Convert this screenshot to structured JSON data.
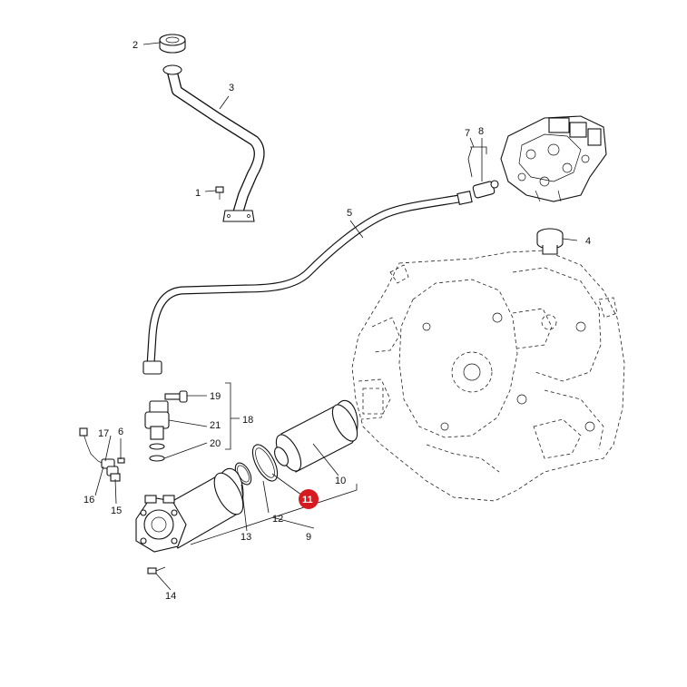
{
  "callouts": {
    "c1": "1",
    "c2": "2",
    "c3": "3",
    "c4": "4",
    "c5": "5",
    "c6": "6",
    "c7": "7",
    "c8": "8",
    "c9": "9",
    "c10": "10",
    "c11": "11",
    "c12": "12",
    "c13": "13",
    "c14": "14",
    "c15": "15",
    "c16": "16",
    "c17": "17",
    "c18": "18",
    "c19": "19",
    "c20": "20",
    "c21": "21"
  },
  "colors": {
    "line": "#111111",
    "background": "#ffffff",
    "highlight": "#d71920"
  },
  "highlighted_callout": "11"
}
